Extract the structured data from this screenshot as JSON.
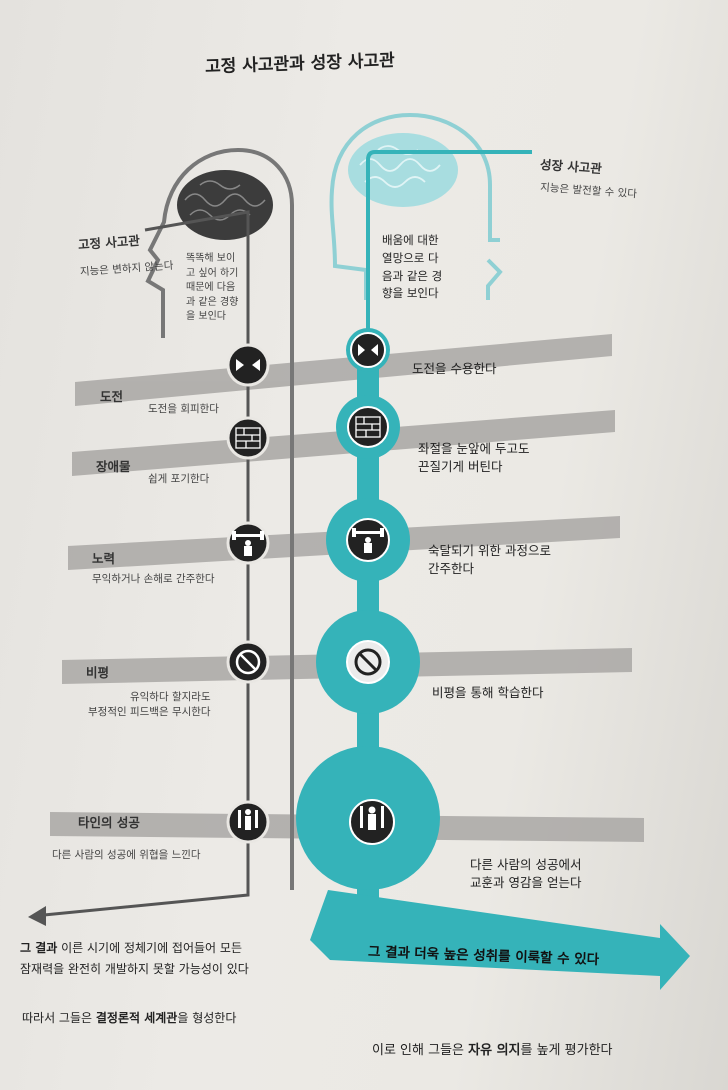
{
  "title": "고정 사고관과 성장 사고관",
  "fixed": {
    "title": "고정 사고관",
    "subtitle": "지능은 변하지 않는다",
    "tendency": "똑똑해 보이\n고 싶어 하기\n때문에 다음\n과 같은 경향\n을 보인다"
  },
  "growth": {
    "title": "성장 사고관",
    "subtitle": "지능은 발전할 수 있다",
    "tendency": "배움에 대한\n열망으로 다\n음과 같은 경\n향을 보인다"
  },
  "rows": [
    {
      "label": "도전",
      "icon": "arrows-icon",
      "fixed": "도전을 회피한다",
      "growth": "도전을 수용한다"
    },
    {
      "label": "장애물",
      "icon": "brick-wall-icon",
      "fixed": "쉽게 포기한다",
      "growth": "좌절을 눈앞에 두고도\n끈질기게 버틴다"
    },
    {
      "label": "노력",
      "icon": "weightlifter-icon",
      "fixed": "무익하거나 손해로 간주한다",
      "growth": "숙달되기 위한 과정으로\n간주한다"
    },
    {
      "label": "비평",
      "icon": "prohibited-icon",
      "fixed": "유익하다 할지라도\n부정적인 피드백은 무시한다",
      "growth": "비평을 통해 학습한다"
    },
    {
      "label": "타인의 성공",
      "icon": "person-icon",
      "fixed": "다른 사람의 성공에 위협을 느낀다",
      "growth": "다른 사람의 성공에서\n교훈과 영감을 얻는다"
    }
  ],
  "results": {
    "fixed_prefix": "그 결과",
    "fixed_line1": " 이른 시기에 정체기에 접어들어 모든",
    "fixed_line2": "잠재력을 완전히 개발하지 못할 가능성이 있다",
    "worldview_pre": "따라서 그들은 ",
    "worldview_bold": "결정론적 세계관",
    "worldview_post": "을 형성한다",
    "growth_prefix": "그 결과",
    "growth_text": "더욱 높은 성취를 이룩할 수 있다",
    "freewill_pre": "이로 인해 그들은 ",
    "freewill_bold": "자유 의지",
    "freewill_post": "를 높게 평가한다"
  },
  "colors": {
    "growth_accent": "#35b3b9",
    "fixed_accent": "#222222",
    "band": "#a9a7a4"
  }
}
